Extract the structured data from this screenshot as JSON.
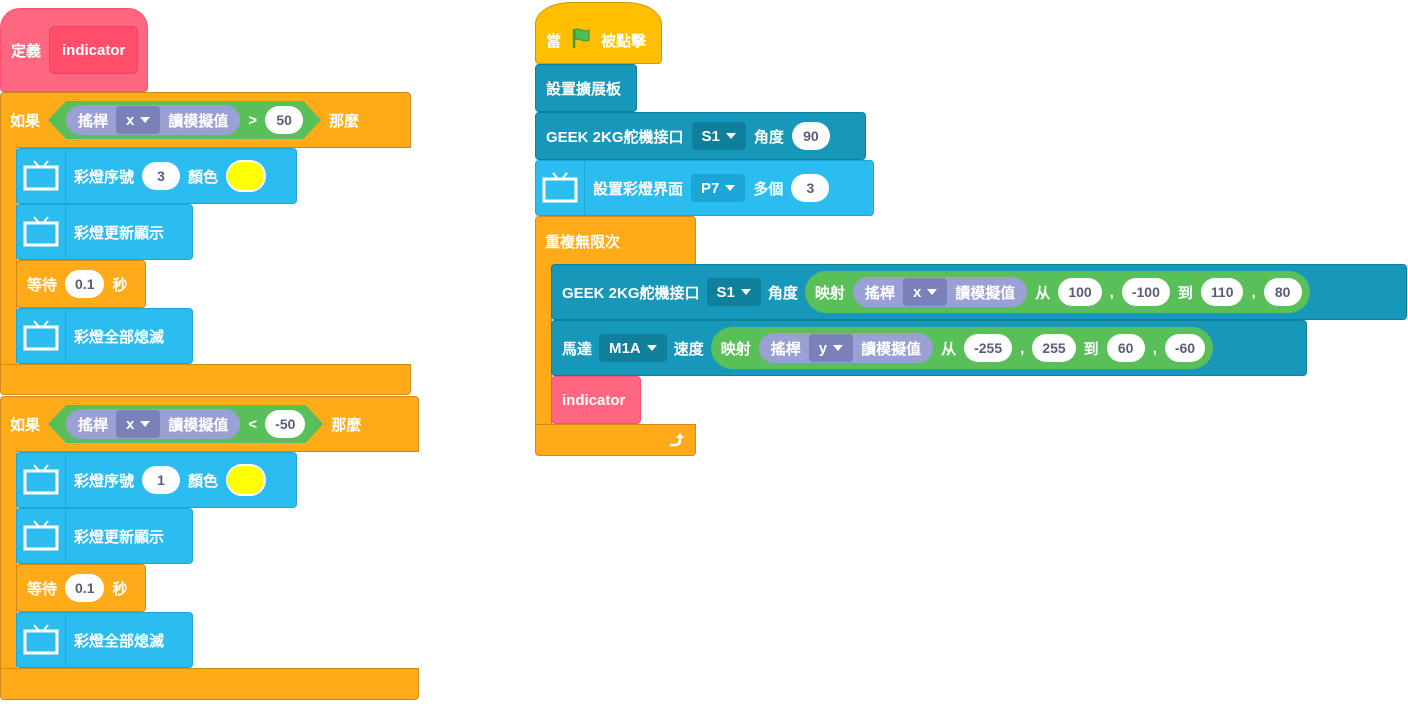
{
  "colors": {
    "control": "#ffab19",
    "event": "#ffbf00",
    "myblock": "#ff6680",
    "led": "#2cbdf0",
    "extension": "#1798ba",
    "operator": "#59c059",
    "reporter": "#9aa0d4",
    "led_color": "#ffff00"
  },
  "define": {
    "label": "定義",
    "name": "indicator"
  },
  "if1": {
    "label": "如果",
    "then": "那麼",
    "joystick": "搖桿",
    "axis": "x",
    "read": "讀模擬值",
    "op": ">",
    "value": "50",
    "led_index_label": "彩燈序號",
    "led_index": "3",
    "color_label": "顏色",
    "refresh": "彩燈更新顯示",
    "wait": "等待",
    "wait_value": "0.1",
    "wait_unit": "秒",
    "all_off": "彩燈全部熄滅"
  },
  "if2": {
    "label": "如果",
    "then": "那麼",
    "joystick": "搖桿",
    "axis": "x",
    "read": "讀模擬值",
    "op": "<",
    "value": "-50",
    "led_index_label": "彩燈序號",
    "led_index": "1",
    "color_label": "顏色",
    "refresh": "彩燈更新顯示",
    "wait": "等待",
    "wait_value": "0.1",
    "wait_unit": "秒",
    "all_off": "彩燈全部熄滅"
  },
  "main": {
    "when": "當",
    "clicked": "被點擊",
    "setup_board": "設置擴展板",
    "servo_label": "GEEK 2KG舵機接口",
    "servo_port": "S1",
    "angle_label": "角度",
    "angle": "90",
    "led_setup": "設置彩燈界面",
    "led_port": "P7",
    "count_label": "多個",
    "count": "3",
    "forever": "重複無限次",
    "servo2_label": "GEEK 2KG舵機接口",
    "servo2_port": "S1",
    "angle2_label": "角度",
    "map1": {
      "map": "映射",
      "joystick": "搖桿",
      "axis": "x",
      "read": "讀模擬值",
      "from": "从",
      "a": "100",
      "b": "-100",
      "to": "到",
      "c": "110",
      "d": "80"
    },
    "motor_label": "馬達",
    "motor_port": "M1A",
    "speed_label": "速度",
    "map2": {
      "map": "映射",
      "joystick": "搖桿",
      "axis": "y",
      "read": "讀模擬值",
      "from": "从",
      "a": "-255",
      "b": "255",
      "to": "到",
      "c": "60",
      "d": "-60"
    },
    "comma": ",",
    "call": "indicator"
  }
}
